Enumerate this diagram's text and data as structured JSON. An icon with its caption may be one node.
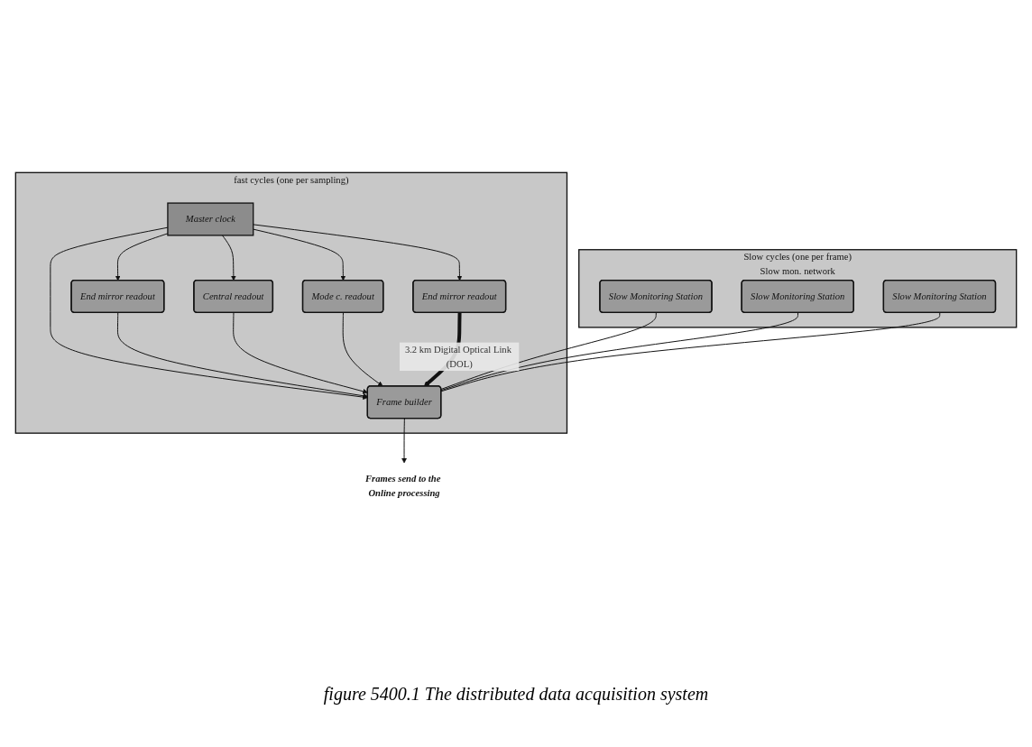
{
  "diagram": {
    "caption": "figure 5400.1 The distributed data acquisition system",
    "nodes": [
      {
        "text": [
          "Slow cycles (one per frame)",
          "Slow mon. network"
        ]
      },
      {
        "text": [
          "Slow Monitoring Station"
        ],
        "in": 0
      },
      {
        "text": [
          "Slow Monitoring Station"
        ],
        "in": 0
      },
      {
        "text": [
          "Slow Monitoring Station"
        ],
        "in": 0
      },
      {
        "text": [
          "fast cycles (one per sampling)"
        ]
      },
      {
        "text": [
          "End mirror readout"
        ],
        "in": 4
      },
      {
        "text": [
          "Central readout"
        ],
        "in": 4
      },
      {
        "text": [
          "Mode c. readout"
        ],
        "in": 4
      },
      {
        "text": [
          "Master clock"
        ],
        "in": 4
      },
      {
        "text": [
          "Frame builder"
        ],
        "in": 4
      },
      {
        "text": [
          "End mirror readout"
        ],
        "in": 4
      },
      {
        "text": [
          "Frames send to the Online processing"
        ]
      }
    ],
    "edges": [
      {
        "from": 8,
        "to": 5,
        "arrow": "to"
      },
      {
        "from": 8,
        "to": 6,
        "arrow": "to"
      },
      {
        "from": 8,
        "to": 7,
        "arrow": "to"
      },
      {
        "from": 8,
        "to": 9,
        "arrow": "to"
      },
      {
        "from": 5,
        "to": 9,
        "arrow": "to"
      },
      {
        "from": 6,
        "to": 9,
        "arrow": "to"
      },
      {
        "from": 7,
        "to": 9,
        "arrow": "to"
      },
      {
        "from": 10,
        "to": 9,
        "arrow": "to",
        "label": "3.2 km Digital Optical Link (DOL)",
        "style": "thick"
      },
      {
        "from": 9,
        "to": 11,
        "arrow": "to"
      },
      {
        "from": 8,
        "to": 10,
        "arrow": "to"
      },
      {
        "from": 1,
        "to": 9,
        "arrow": "none"
      },
      {
        "from": 2,
        "to": 9,
        "arrow": "none"
      },
      {
        "from": 3,
        "to": 9,
        "arrow": "none"
      }
    ]
  }
}
